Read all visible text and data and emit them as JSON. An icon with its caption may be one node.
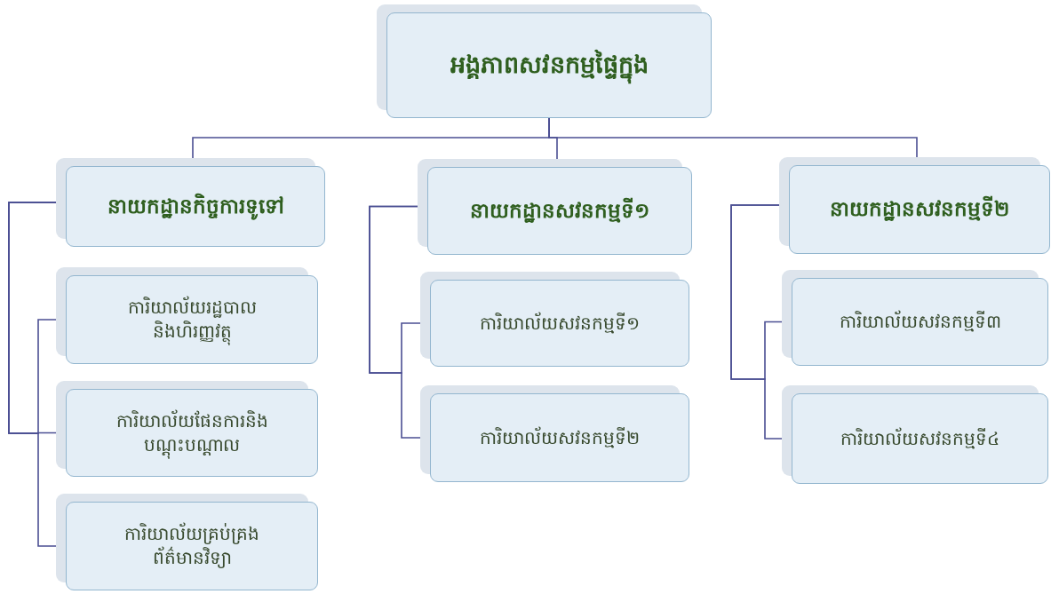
{
  "diagram": {
    "nodes": [
      {
        "text": [
          "អង្គភាពសវនកម្មផ្ទៃក្នុង"
        ]
      },
      {
        "text": [
          "នាយកដ្ឋានកិច្ចការទូទៅ"
        ]
      },
      {
        "text": [
          "នាយកដ្ឋានសវនកម្មទី១"
        ]
      },
      {
        "text": [
          "នាយកដ្ឋានសវនកម្មទី២"
        ]
      },
      {
        "text": [
          "ការិយាល័យរដ្ឋបាលនិងហិរញ្ញវត្ថុ"
        ]
      },
      {
        "text": [
          "ការិយាល័យផែនការនិងបណ្តុះបណ្តាល"
        ]
      },
      {
        "text": [
          "ការិយាល័យគ្រប់គ្រងព័ត៌មានវិទ្យា"
        ]
      },
      {
        "text": [
          "ការិយាល័យសវនកម្មទី១"
        ]
      },
      {
        "text": [
          "ការិយាល័យសវនកម្មទី២"
        ]
      },
      {
        "text": [
          "ការិយាល័យសវនកម្មទី៣"
        ]
      },
      {
        "text": [
          "ការិយាល័យសវនកម្មទី៤"
        ]
      }
    ],
    "edges": [
      {
        "from": 0,
        "to": 1,
        "arrow": "none"
      },
      {
        "from": 0,
        "to": 2,
        "arrow": "none"
      },
      {
        "from": 0,
        "to": 3,
        "arrow": "none"
      },
      {
        "from": 1,
        "to": 4,
        "arrow": "none"
      },
      {
        "from": 1,
        "to": 5,
        "arrow": "none"
      },
      {
        "from": 1,
        "to": 6,
        "arrow": "none"
      },
      {
        "from": 2,
        "to": 7,
        "arrow": "none"
      },
      {
        "from": 2,
        "to": 8,
        "arrow": "none"
      },
      {
        "from": 3,
        "to": 9,
        "arrow": "none"
      },
      {
        "from": 3,
        "to": 10,
        "arrow": "none"
      }
    ]
  }
}
